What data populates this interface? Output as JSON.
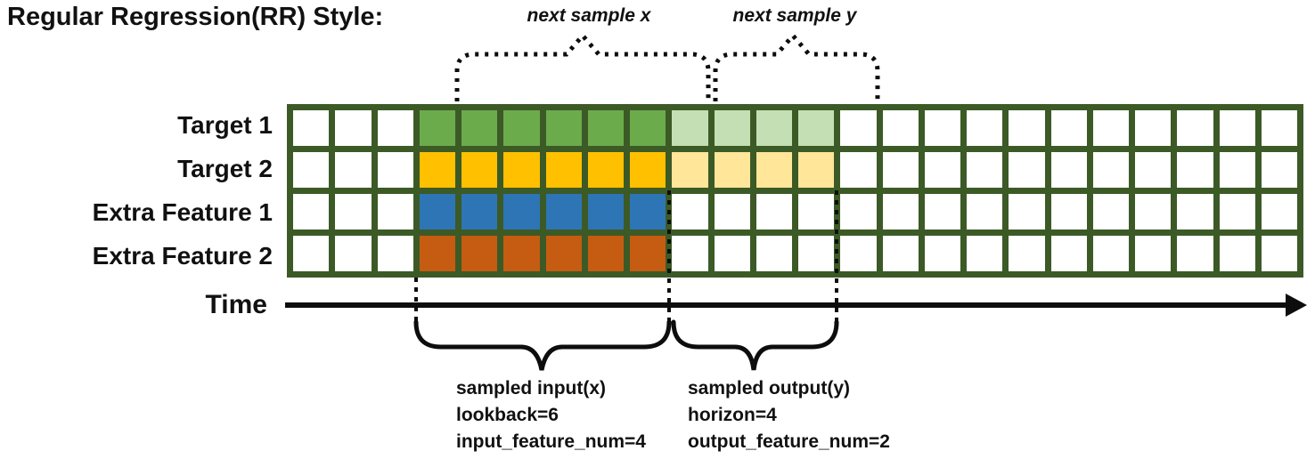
{
  "title": "Regular Regression(RR) Style:",
  "annotations": {
    "next_sample_x": "next sample x",
    "next_sample_y": "next sample y",
    "input_lines": [
      "sampled input(x)",
      "lookback=6",
      "input_feature_num=4"
    ],
    "output_lines": [
      "sampled output(y)",
      "horizon=4",
      "output_feature_num=2"
    ]
  },
  "axis": {
    "label": "Time"
  },
  "grid": {
    "total_columns": 24,
    "input_start_col": 3,
    "lookback": 6,
    "horizon": 4,
    "colors": {
      "border": "#3C5A26",
      "empty_cell": "#ffffff",
      "annotation_stroke": "#0d0d0d"
    },
    "rows": [
      {
        "label": "Target 1",
        "input_color": "#6CAB4C",
        "output_color": "#C5DFB4"
      },
      {
        "label": "Target 2",
        "input_color": "#FFC000",
        "output_color": "#FFE699"
      },
      {
        "label": "Extra Feature 1",
        "input_color": "#2E75B6",
        "output_color": null
      },
      {
        "label": "Extra Feature 2",
        "input_color": "#C55C12",
        "output_color": null
      }
    ]
  }
}
